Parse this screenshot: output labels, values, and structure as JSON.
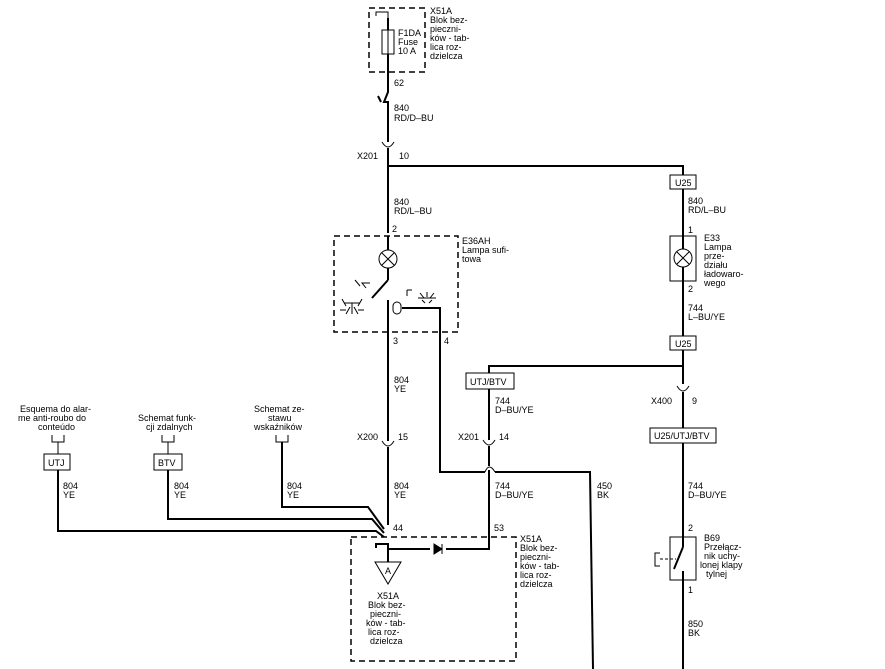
{
  "top_fuse": {
    "connector": "X51A",
    "box_name": [
      "Blok bez-",
      "pieczni-",
      "ków - tab-",
      "lica roz-",
      "dzielcza"
    ],
    "fuse_name": [
      "F1DA",
      "Fuse",
      "10 A"
    ],
    "pin": "62"
  },
  "wire_top": {
    "circuit": "840",
    "color": "RD/D–BU"
  },
  "x201_top": {
    "connector": "X201",
    "pin": "10"
  },
  "wire_lamp_in": {
    "circuit": "840",
    "color": "RD/L–BU"
  },
  "e36ah": {
    "pin_in": "2",
    "name": [
      "E36AH",
      "Lampa sufi-",
      "towa"
    ],
    "pin_out_left": "3",
    "pin_out_right": "4"
  },
  "u25_top": "U25",
  "wire_right_top": {
    "circuit": "840",
    "color": "RD/L–BU"
  },
  "e33": {
    "pin_in": "1",
    "name": [
      "E33",
      "Lampa",
      "prze-",
      "działu",
      "ładowaro-",
      "wego"
    ],
    "pin_out": "2"
  },
  "wire_right_mid": {
    "circuit": "744",
    "color": "L–BU/YE"
  },
  "u25_mid": "U25",
  "x400": {
    "connector": "X400",
    "pin": "9"
  },
  "u25_utj_btv": "U25/UTJ/BTV",
  "wire_right_low": {
    "circuit": "744",
    "color": "D–BU/YE"
  },
  "b69": {
    "pin_top": "2",
    "name": [
      "B69",
      "Przełącz-",
      "nik uchy-",
      "lonej klapy",
      "tylnej"
    ],
    "pin_bottom": "1"
  },
  "wire_right_bottom": {
    "circuit": "850",
    "color": "BK"
  },
  "utj_btv_box": "UTJ/BTV",
  "wire_mid_top": {
    "circuit": "744",
    "color": "D–BU/YE"
  },
  "x201_mid": {
    "connector": "X201",
    "pin": "14"
  },
  "wire_mid_low": {
    "circuit": "744",
    "color": "D–BU/YE"
  },
  "wire_bk": {
    "circuit": "450",
    "color": "BK"
  },
  "wire_lamp_out": {
    "circuit": "804",
    "color": "YE"
  },
  "x200": {
    "connector": "X200",
    "pin": "15"
  },
  "wire_lamp_out2": {
    "circuit": "804",
    "color": "YE"
  },
  "ref1": {
    "text": [
      "Esquema do alar-",
      "me anti-roubo do",
      "conteúdo"
    ],
    "tag": "UTJ",
    "circuit": "804",
    "color": "YE"
  },
  "ref2": {
    "text": [
      "Schemat funk-",
      "cji zdalnych"
    ],
    "tag": "BTV",
    "circuit": "804",
    "color": "YE"
  },
  "ref3": {
    "text": [
      "Schemat ze-",
      "stawu",
      "wskaźników"
    ],
    "circuit": "804",
    "color": "YE"
  },
  "bottom_block": {
    "pin_left": "44",
    "pin_right": "53",
    "connector": "X51A",
    "name_right": [
      "Blok bez-",
      "pieczni-",
      "ków - tab-",
      "lica roz-",
      "dzielcza"
    ],
    "ground_label": "A",
    "name_bottom": [
      "X51A",
      "Blok bez-",
      "pieczni-",
      "ków - tab-",
      "lica roz-",
      "dzielcza"
    ]
  }
}
